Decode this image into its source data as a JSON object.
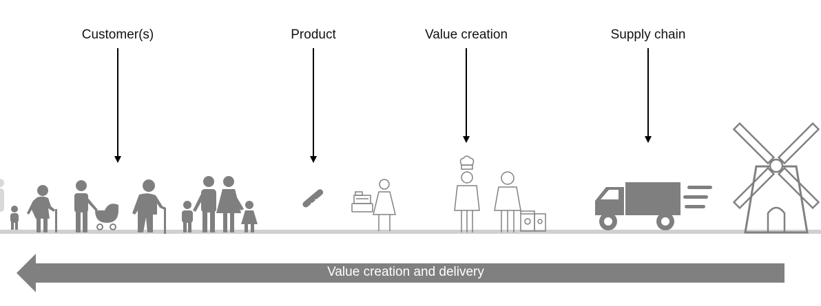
{
  "labels": {
    "customers": "Customer(s)",
    "product": "Product",
    "value_creation": "Value creation",
    "supply_chain": "Supply chain"
  },
  "flow": {
    "label": "Value creation and delivery"
  },
  "colors": {
    "figure_dark": "#7f7f7f",
    "figure_light": "#d9d9d9",
    "ground": "#d0d0d0",
    "flow_arrow": "#808080",
    "outline": "#808080",
    "pointer": "#000000"
  },
  "icons": [
    "walking-child-icon",
    "elderly-woman-cane-icon",
    "parent-pram-icon",
    "elderly-man-cane-icon",
    "family-icon",
    "baguette-icon",
    "cash-register-icon",
    "shop-assistant-icon",
    "chef-icon",
    "baker-icon",
    "flour-bags-icon",
    "delivery-truck-icon",
    "windmill-icon"
  ]
}
